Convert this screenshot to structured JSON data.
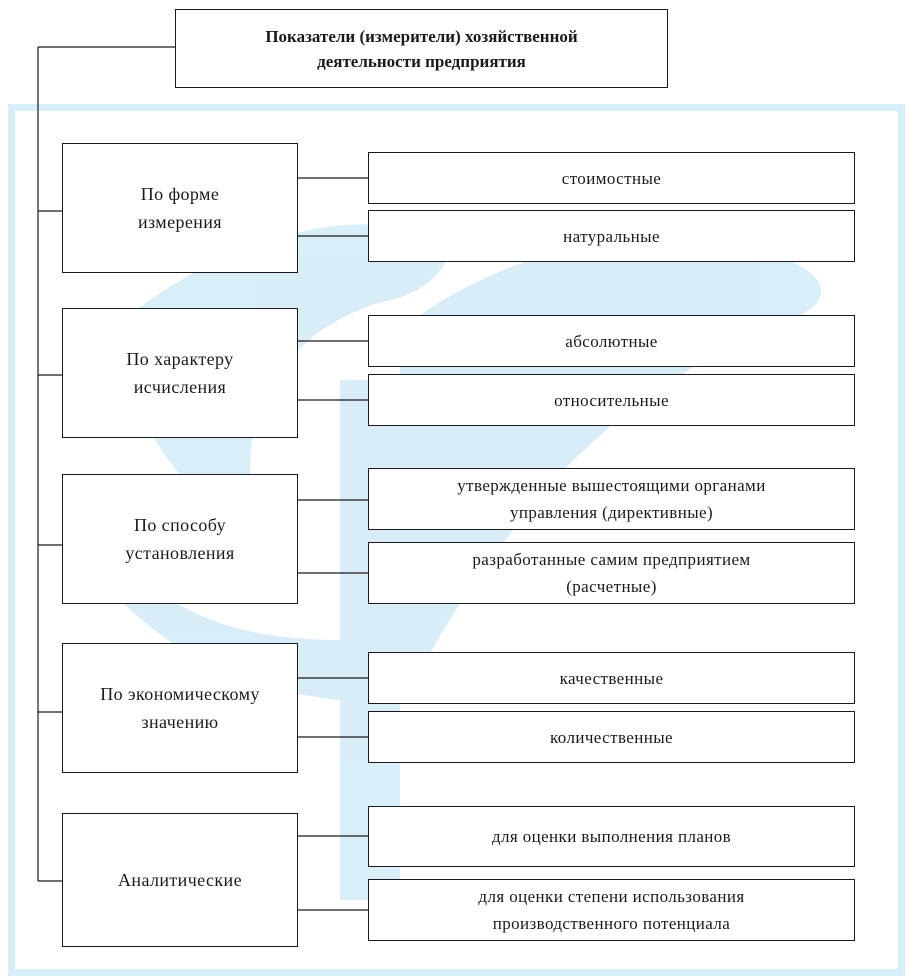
{
  "title": "Показатели (измерители) хозяйственной\nдеятельности предприятия",
  "categories": [
    {
      "label": "По форме\nизмерения",
      "items": [
        "стоимостные",
        "натуральные"
      ]
    },
    {
      "label": "По характеру\nисчисления",
      "items": [
        "абсолютные",
        "относительные"
      ]
    },
    {
      "label": "По способу\nустановления",
      "items": [
        "утвержденные вышестоящими органами\nуправления (директивные)",
        "разработанные самим предприятием\n(расчетные)"
      ]
    },
    {
      "label": "По экономическому\nзначению",
      "items": [
        "качественные",
        "количественные"
      ]
    },
    {
      "label": "Аналитические",
      "items": [
        "для оценки выполнения планов",
        "для оценки степени использования\nпроизводственного потенциала"
      ]
    }
  ],
  "colors": {
    "panel_frame": "#d6eef8",
    "watermark": "#cbe8f6",
    "lines": "#1a1a1a"
  }
}
